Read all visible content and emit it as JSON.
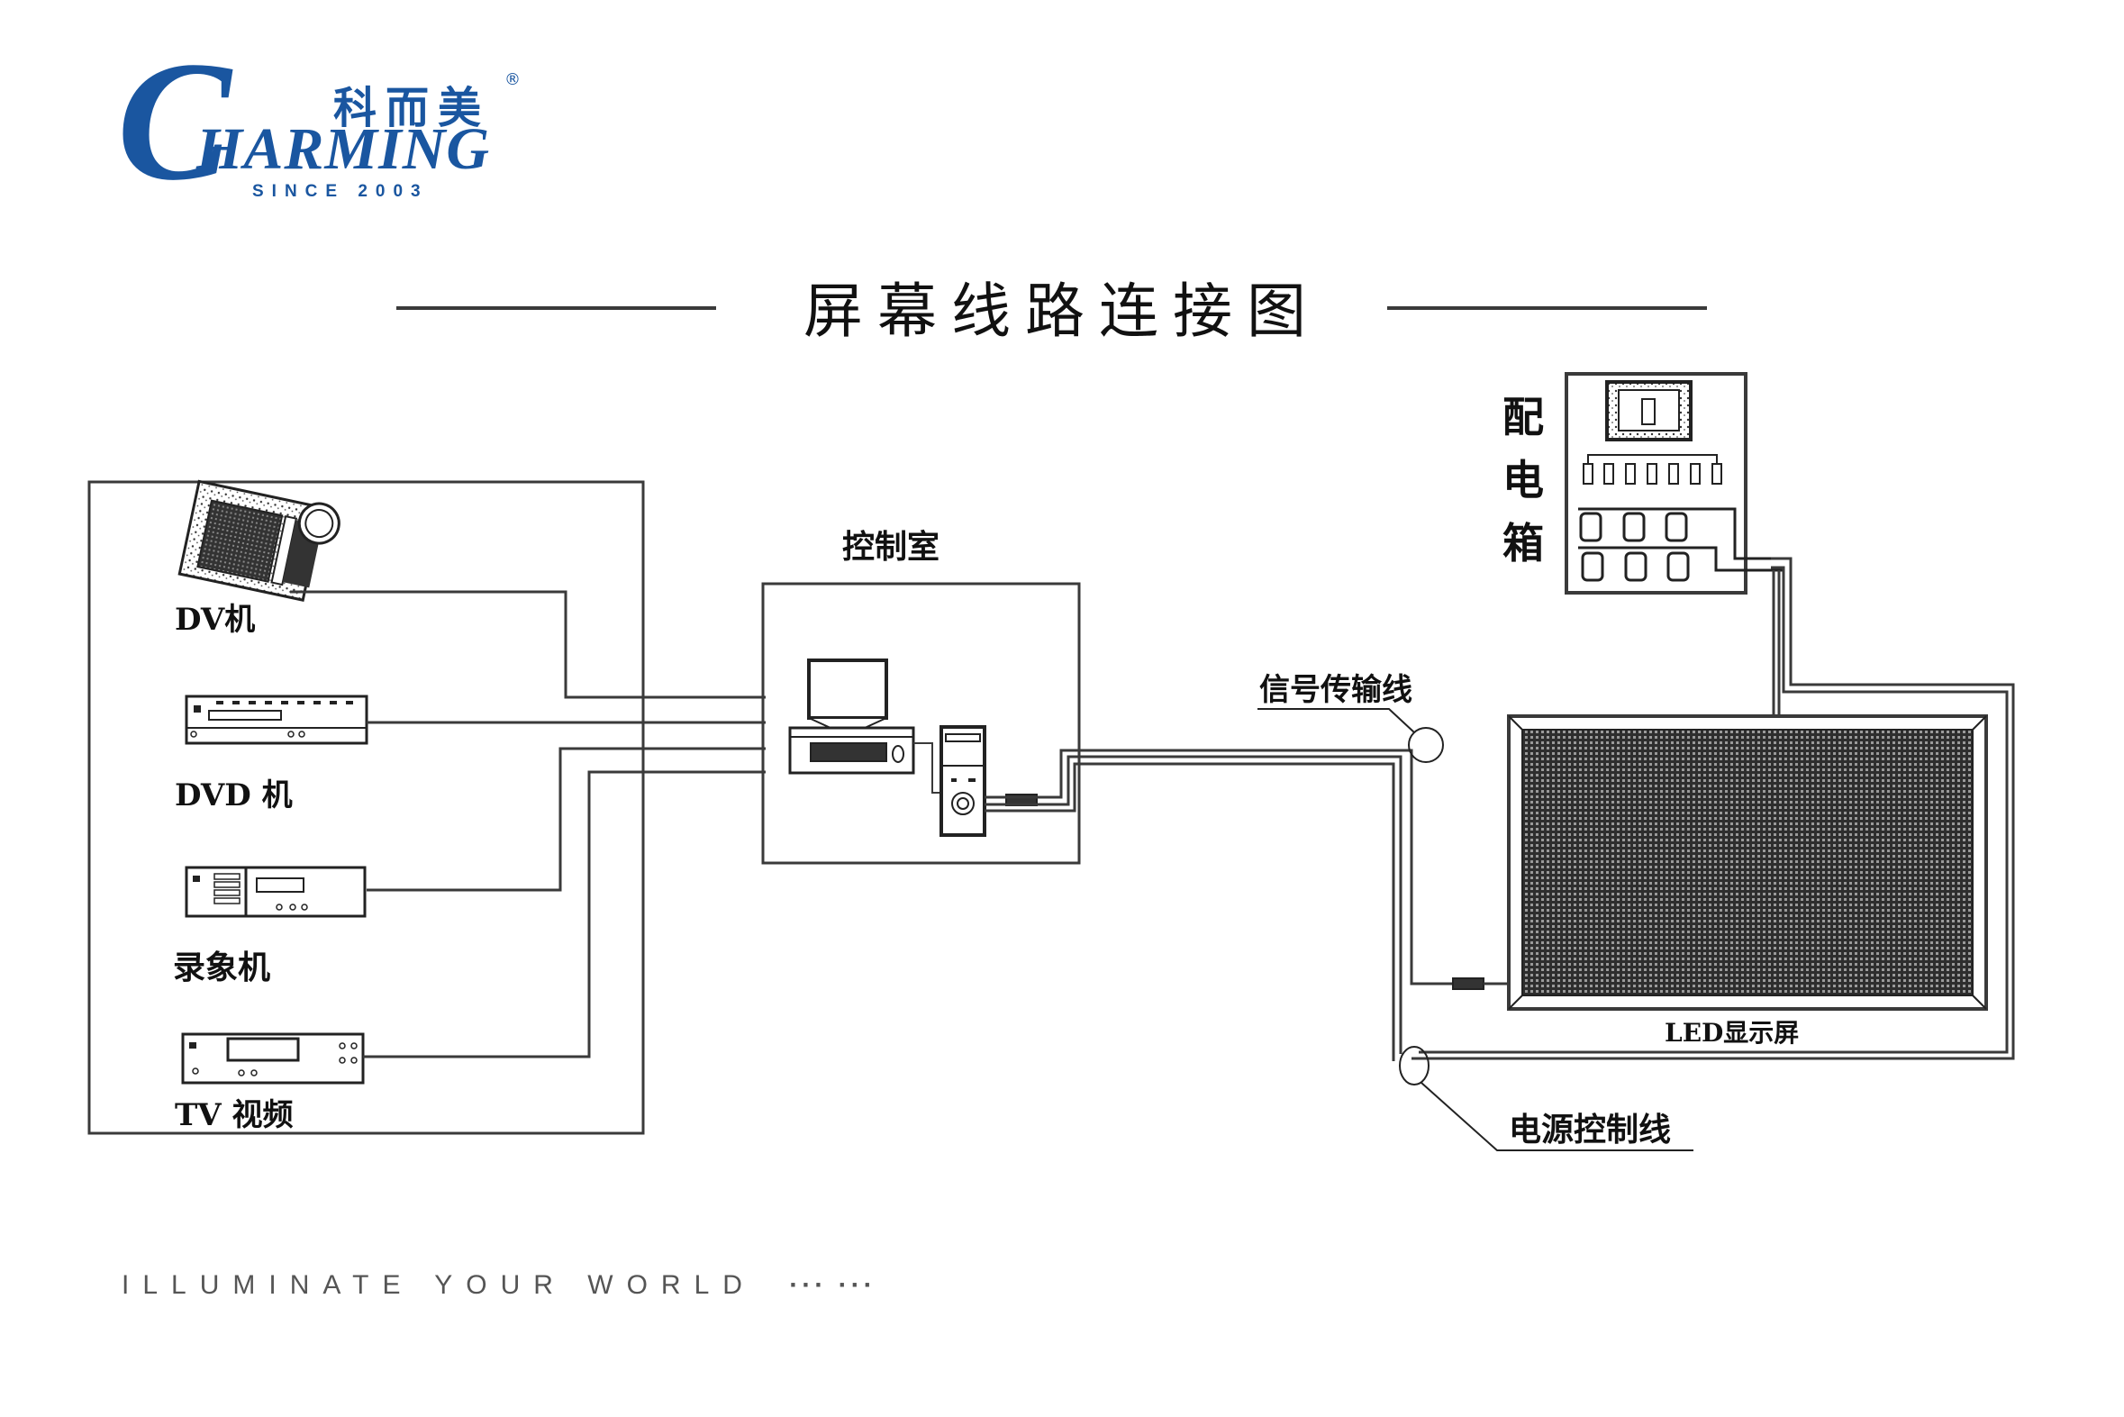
{
  "logo": {
    "brand_cn": "科而美",
    "registered_mark": "®",
    "brand_initial": "C",
    "brand_rest": "HARMING",
    "since": "SINCE 2003",
    "brand_color": "#1a56a0"
  },
  "title": "屏幕线路连接图",
  "sources": {
    "items": [
      {
        "id": "dv",
        "label": "DV机",
        "icon": "camcorder-icon"
      },
      {
        "id": "dvd",
        "label": "DVD 机",
        "icon": "dvd-player-icon"
      },
      {
        "id": "vcr",
        "label": "录象机",
        "icon": "video-recorder-icon"
      },
      {
        "id": "tv",
        "label": "TV 视频",
        "icon": "tv-receiver-icon"
      }
    ]
  },
  "control_room": {
    "label": "控制室",
    "devices": [
      "monitor-icon",
      "keyboard-icon",
      "mouse-icon",
      "pc-tower-icon",
      "signal-connector-icon"
    ]
  },
  "distribution_box": {
    "label": "配电箱",
    "label_chars": [
      "配",
      "电",
      "箱"
    ]
  },
  "led_display": {
    "label": "LED显示屏"
  },
  "callouts": {
    "signal_line": "信号传输线",
    "power_line": "电源控制线"
  },
  "footer": {
    "tagline": "ILLUMINATE YOUR WORLD",
    "ellipsis": "··· ···"
  },
  "colors": {
    "line": "#3a3a3a",
    "text": "#111111",
    "led_panel": "#3c3c3c"
  }
}
